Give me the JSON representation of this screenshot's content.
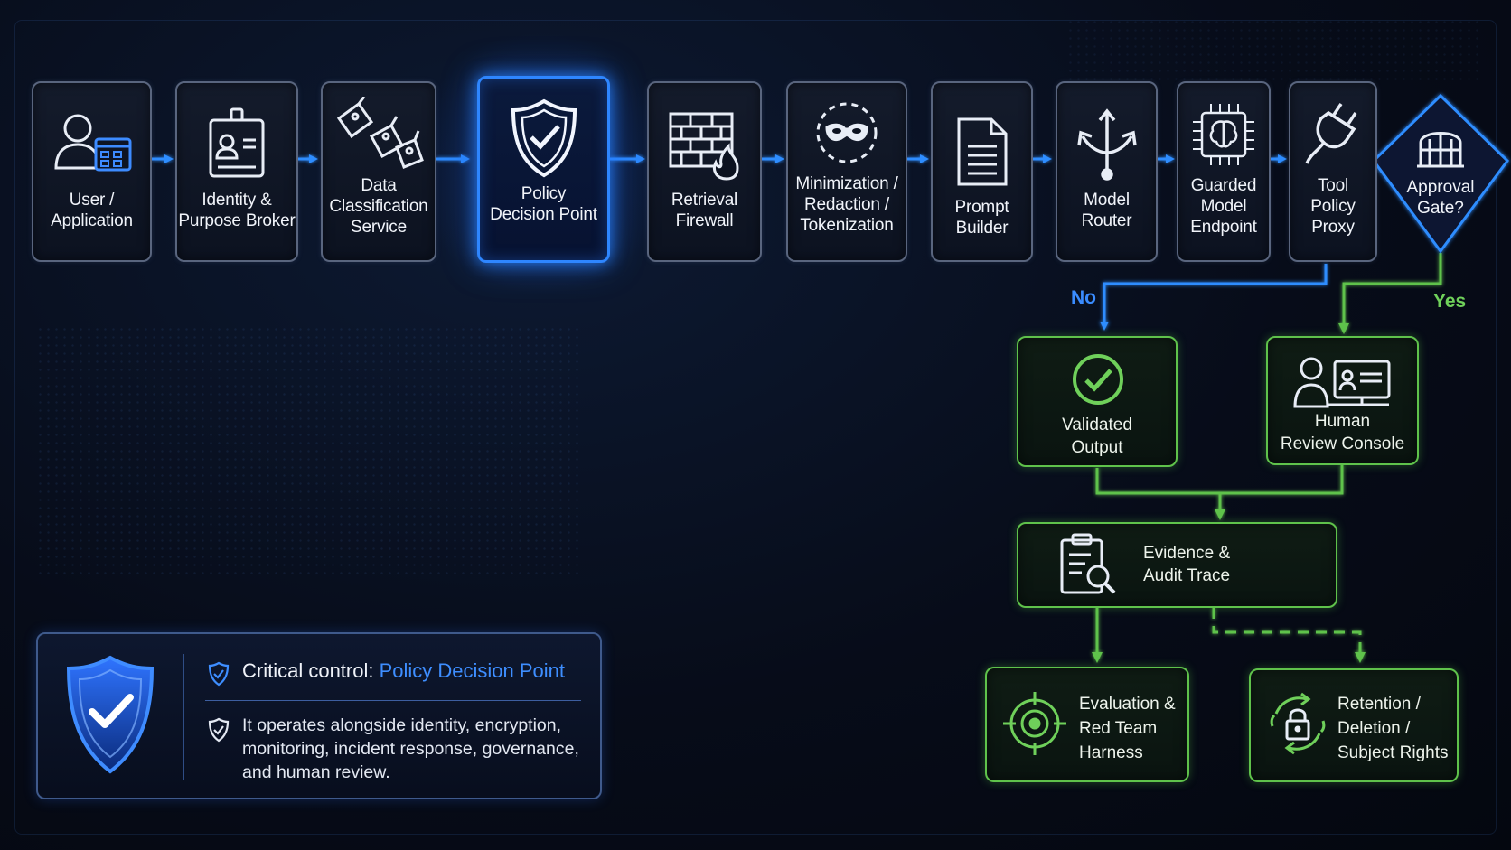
{
  "nodes": [
    {
      "key": "user",
      "label": "User /\nApplication",
      "icon": "user-app-icon"
    },
    {
      "key": "identity",
      "label": "Identity &\nPurpose Broker",
      "icon": "id-badge-icon"
    },
    {
      "key": "dataclass",
      "label": "Data\nClassification\nService",
      "icon": "tags-icon"
    },
    {
      "key": "pdp",
      "label": "Policy\nDecision Point",
      "icon": "shield-check-icon"
    },
    {
      "key": "retrieval",
      "label": "Retrieval\nFirewall",
      "icon": "firewall-icon"
    },
    {
      "key": "minimization",
      "label": "Minimization /\nRedaction /\nTokenization",
      "icon": "mask-icon"
    },
    {
      "key": "prompt",
      "label": "Prompt\nBuilder",
      "icon": "document-icon"
    },
    {
      "key": "router",
      "label": "Model\nRouter",
      "icon": "router-arrows-icon"
    },
    {
      "key": "guarded",
      "label": "Guarded\nModel\nEndpoint",
      "icon": "brain-chip-icon"
    },
    {
      "key": "tool",
      "label": "Tool\nPolicy\nProxy",
      "icon": "plug-icon"
    }
  ],
  "approval_gate": {
    "label": "Approval\nGate?",
    "icon": "gate-icon"
  },
  "edges": {
    "no": "No",
    "yes": "Yes"
  },
  "outputs": {
    "validated": "Validated\nOutput",
    "human_review": "Human\nReview Console",
    "evidence": "Evidence &\nAudit Trace",
    "evaluation": "Evaluation &\nRed Team\nHarness",
    "retention": "Retention /\nDeletion /\nSubject Rights"
  },
  "legend": {
    "title_prefix": "Critical control: ",
    "title_accent": "Policy Decision Point",
    "body": "It operates alongside identity, encryption, monitoring, incident response, governance, and human review."
  },
  "colors": {
    "accent_blue": "#2e86ff",
    "accent_green": "#5fc24b",
    "node_border": "#59657e",
    "background": "#070c19"
  }
}
